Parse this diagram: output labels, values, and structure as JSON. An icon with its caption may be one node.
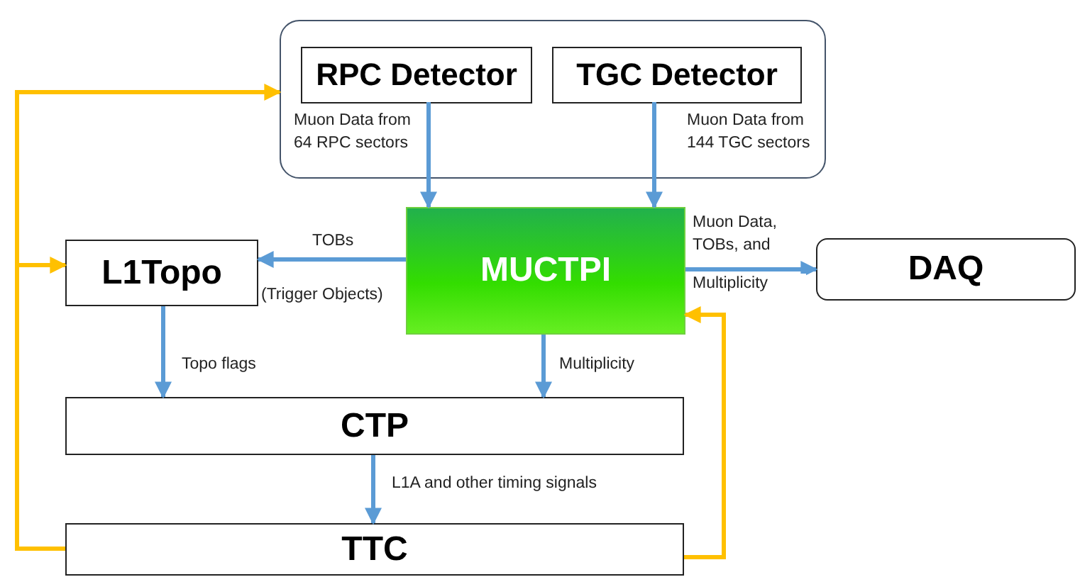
{
  "diagram": {
    "nodes": [
      {
        "text": [],
        "shape": "box"
      },
      {
        "text": [
          "RPC Detector"
        ],
        "in": 0
      },
      {
        "text": [
          "TGC Detector"
        ],
        "in": 0
      },
      {
        "text": [
          "L1Topo"
        ]
      },
      {
        "text": [
          "MUCTPI"
        ]
      },
      {
        "text": [
          "DAQ"
        ]
      },
      {
        "text": [
          "CTP"
        ]
      },
      {
        "text": [
          "TTC"
        ]
      }
    ],
    "edges": [
      {
        "from": 1,
        "to": 4,
        "arrow": "to",
        "label": "Muon Data from 64 RPC sectors"
      },
      {
        "from": 2,
        "to": 4,
        "arrow": "to",
        "label": "Muon Data from 144 TGC sectors"
      },
      {
        "from": 4,
        "to": 3,
        "arrow": "to",
        "label": "TOBs"
      },
      {
        "from": 4,
        "to": 5,
        "arrow": "to",
        "label": "Muon Data, TOBs, and"
      },
      {
        "from": 3,
        "to": 6,
        "arrow": "to",
        "label": "Topo flags"
      },
      {
        "from": 4,
        "to": 6,
        "arrow": "to",
        "label": "Multiplicity"
      },
      {
        "from": 6,
        "to": 7,
        "arrow": "to",
        "label": "L1A and other timing signals"
      },
      {
        "from": 7,
        "to": 0,
        "arrow": "to",
        "color": "#ffc000"
      },
      {
        "from": 7,
        "to": 3,
        "arrow": "to",
        "color": "#ffc000"
      },
      {
        "from": 7,
        "to": 4,
        "arrow": "to",
        "color": "#ffc000"
      }
    ],
    "labels": [
      "(Trigger Objects)",
      "Multiplicity"
    ]
  }
}
